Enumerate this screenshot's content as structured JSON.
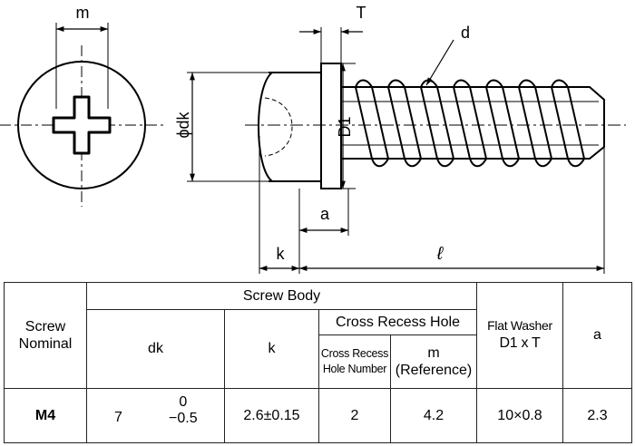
{
  "drawing": {
    "labels": {
      "m": "m",
      "T": "T",
      "d": "d",
      "dk": "ϕdk",
      "D1": "D1",
      "a": "a",
      "k": "k",
      "l": "ℓ"
    }
  },
  "table": {
    "headers": {
      "screw_nominal": [
        "Screw",
        "Nominal"
      ],
      "screw_body": "Screw Body",
      "dk": "dk",
      "k": "k",
      "cross_recess_hole": "Cross Recess Hole",
      "cross_recess_hole_number": [
        "Cross Recess",
        "Hole Number"
      ],
      "m_reference": [
        "m",
        "(Reference)"
      ],
      "flat_washer": [
        "Flat Washer",
        "D1 x T"
      ],
      "a": "a"
    },
    "rows": [
      {
        "nominal": "M4",
        "dk_nominal": "7",
        "dk_tol_upper": "0",
        "dk_tol_lower": "−0.5",
        "k": "2.6±0.15",
        "hole_number": "2",
        "m": "4.2",
        "washer": "10×0.8",
        "a": "2.3"
      }
    ]
  }
}
